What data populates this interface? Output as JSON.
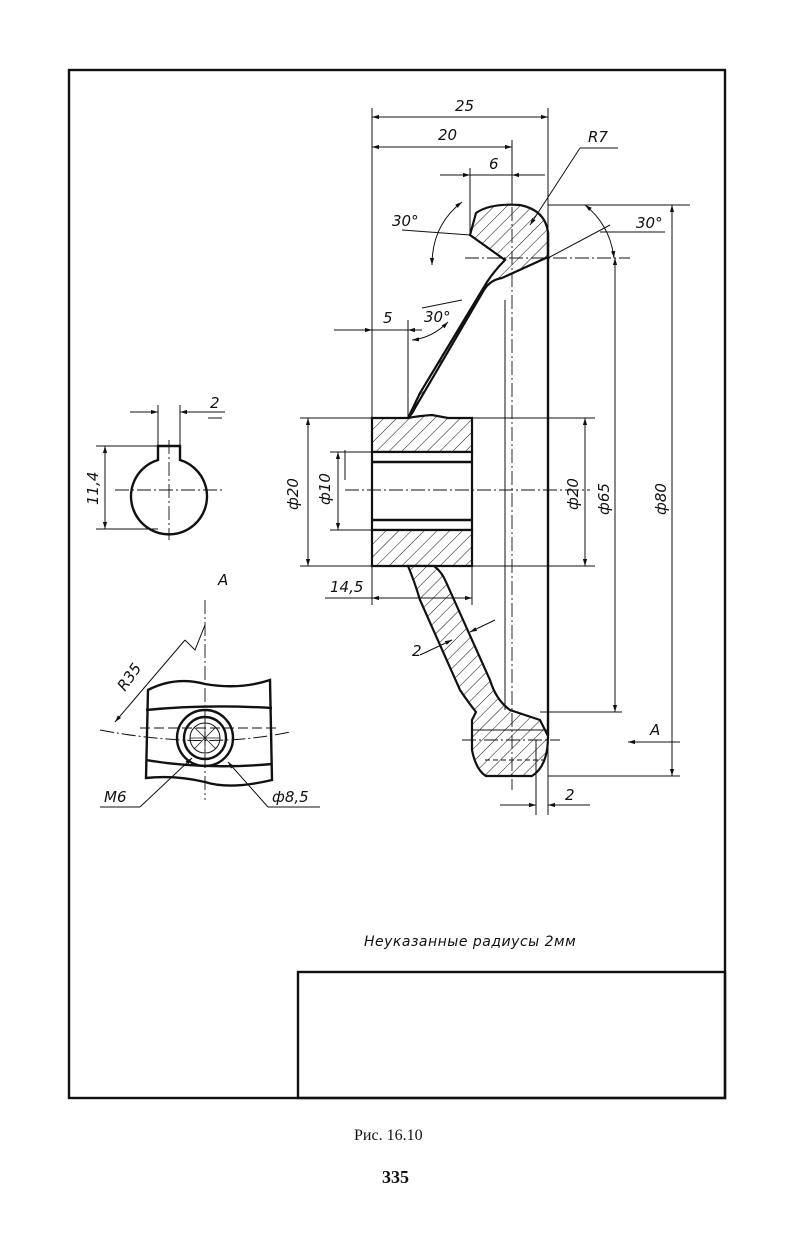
{
  "drawing": {
    "section_view": {
      "dimensions": {
        "width_overall": "25",
        "width_rim": "20",
        "rim_width": "6",
        "rim_radius": "R7",
        "angle_left": "30°",
        "angle_right": "30°",
        "spoke_angle": "30°",
        "hub_offset": "5",
        "hub_diameter": "ф20",
        "bore_diameter": "ф10",
        "bore_diameter_right": "ф20",
        "spoke_diameter": "ф65",
        "outer_diameter": "ф80",
        "hub_length": "14,5",
        "spoke_thickness": "2",
        "rim_offset": "2"
      },
      "view_arrow_label": "A"
    },
    "hub_section": {
      "keyway_width": "2",
      "keyway_depth": "11,4"
    },
    "view_a": {
      "title": "A",
      "radius": "R35",
      "thread": "M6",
      "hole_diameter": "ф8,5"
    },
    "note": "Неуказанные радиусы 2мм"
  },
  "caption": "Рис. 16.10",
  "page_number": "335"
}
